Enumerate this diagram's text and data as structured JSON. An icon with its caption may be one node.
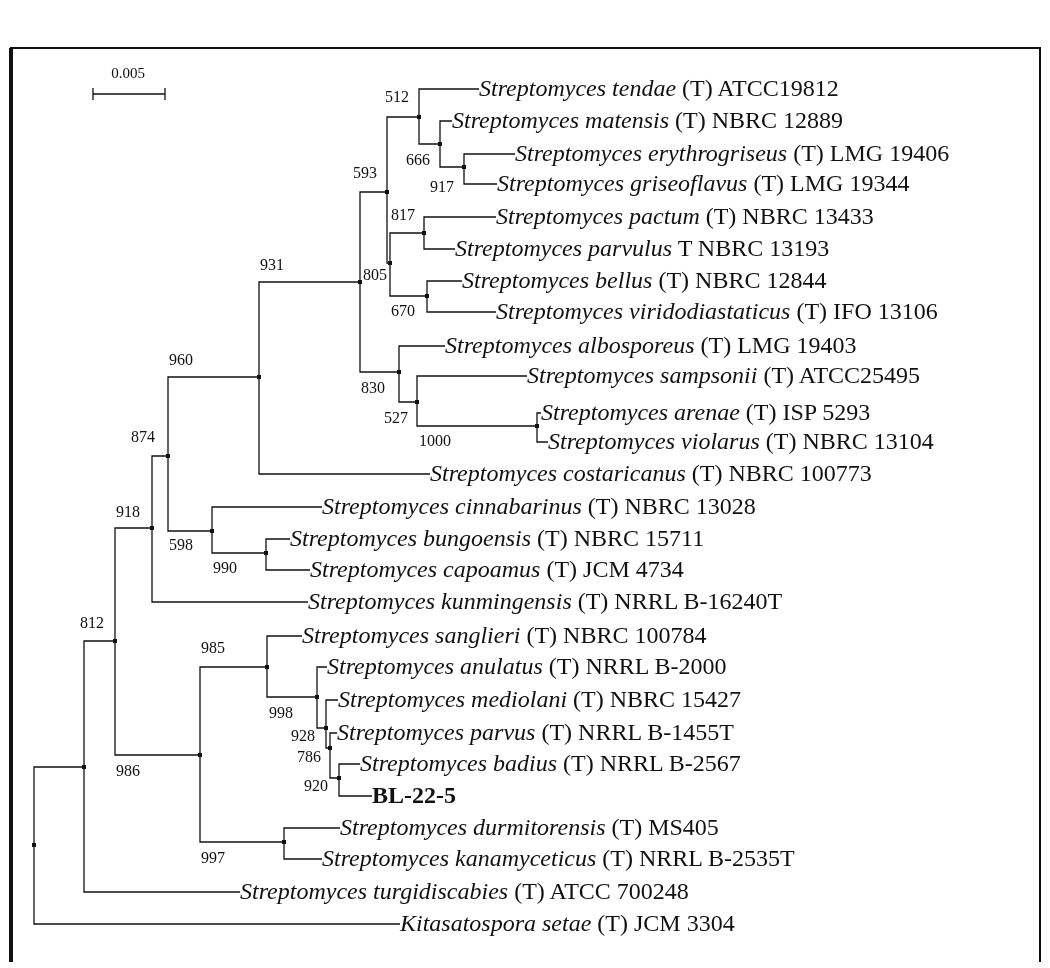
{
  "diagram": {
    "nodes": [
      {
        "text": [],
        "shape": "point"
      },
      {
        "text": [],
        "shape": "point"
      },
      {
        "text": [],
        "shape": "point"
      },
      {
        "text": [],
        "shape": "point"
      },
      {
        "text": [],
        "shape": "point"
      },
      {
        "text": [],
        "shape": "point"
      },
      {
        "text": [],
        "shape": "point"
      },
      {
        "text": [],
        "shape": "point"
      },
      {
        "text": [],
        "shape": "point"
      },
      {
        "text": [
          "*Streptomyces tendae* (T) ATCC19812"
        ]
      },
      {
        "text": [],
        "shape": "point"
      },
      {
        "text": [
          "*Streptomyces matensis* (T) NBRC 12889"
        ]
      },
      {
        "text": [],
        "shape": "point"
      },
      {
        "text": [
          "*Streptomyces erythrogriseus* (T) LMG 19406"
        ]
      },
      {
        "text": [
          "*Streptomyces griseoflavus* (T) LMG 19344"
        ]
      },
      {
        "text": [],
        "shape": "point"
      },
      {
        "text": [],
        "shape": "point"
      },
      {
        "text": [
          "*Streptomyces pactum* (T) NBRC 13433"
        ]
      },
      {
        "text": [
          "*Streptomyces parvulus* T NBRC 13193"
        ]
      },
      {
        "text": [],
        "shape": "point"
      },
      {
        "text": [
          "*Streptomyces bellus* (T) NBRC 12844"
        ]
      },
      {
        "text": [
          "*Streptomyces viridodiastaticus* (T) IFO 13106"
        ]
      },
      {
        "text": [],
        "shape": "point"
      },
      {
        "text": [
          "*Streptomyces albosporeus* (T) LMG 19403"
        ]
      },
      {
        "text": [],
        "shape": "point"
      },
      {
        "text": [
          "*Streptomyces sampsonii* (T) ATCC25495"
        ]
      },
      {
        "text": [],
        "shape": "point"
      },
      {
        "text": [
          "*Streptomyces arenae* (T) ISP 5293"
        ]
      },
      {
        "text": [
          "*Streptomyces violarus* (T) NBRC 13104"
        ]
      },
      {
        "text": [
          "*Streptomyces costaricanus* (T) NBRC 100773"
        ]
      },
      {
        "text": [],
        "shape": "point"
      },
      {
        "text": [
          "*Streptomyces cinnabarinus* (T) NBRC 13028"
        ]
      },
      {
        "text": [],
        "shape": "point"
      },
      {
        "text": [
          "*Streptomyces bungoensis* (T) NBRC 15711"
        ]
      },
      {
        "text": [
          "*Streptomyces capoamus* (T) JCM 4734"
        ]
      },
      {
        "text": [
          "*Streptomyces kunmingensis* (T) NRRL B-16240T"
        ]
      },
      {
        "text": [],
        "shape": "point"
      },
      {
        "text": [],
        "shape": "point"
      },
      {
        "text": [
          "*Streptomyces sanglieri* (T) NBRC 100784"
        ]
      },
      {
        "text": [],
        "shape": "point"
      },
      {
        "text": [
          "*Streptomyces anulatus* (T) NRRL B-2000"
        ]
      },
      {
        "text": [],
        "shape": "point"
      },
      {
        "text": [
          "*Streptomyces mediolani* (T) NBRC 15427"
        ]
      },
      {
        "text": [],
        "shape": "point"
      },
      {
        "text": [
          "*Streptomyces parvus* (T) NRRL B-1455T"
        ]
      },
      {
        "text": [],
        "shape": "point"
      },
      {
        "text": [
          "*Streptomyces badius* (T) NRRL B-2567"
        ]
      },
      {
        "text": [
          "BL-22-5"
        ]
      },
      {
        "text": [],
        "shape": "point"
      },
      {
        "text": [
          "*Streptomyces durmitorensis* (T) MS405"
        ]
      },
      {
        "text": [
          "*Streptomyces kanamyceticus* (T) NRRL B-2535T"
        ]
      },
      {
        "text": [
          "*Streptomyces turgidiscabies* (T) ATCC 700248"
        ]
      },
      {
        "text": [
          "*Kitasatospora setae* (T) JCM 3304"
        ]
      }
    ],
    "edges": [
      {
        "from": 0,
        "to": 1,
        "arrow": "none"
      },
      {
        "from": 0,
        "to": 52,
        "arrow": "none"
      },
      {
        "from": 1,
        "to": 2,
        "arrow": "none"
      },
      {
        "from": 1,
        "to": 51,
        "arrow": "none"
      },
      {
        "from": 2,
        "to": 3,
        "arrow": "none"
      },
      {
        "from": 2,
        "to": 36,
        "arrow": "none"
      },
      {
        "from": 3,
        "to": 4,
        "arrow": "none"
      },
      {
        "from": 3,
        "to": 35,
        "arrow": "none"
      },
      {
        "from": 4,
        "to": 5,
        "arrow": "none"
      },
      {
        "from": 4,
        "to": 30,
        "arrow": "none"
      },
      {
        "from": 5,
        "to": 6,
        "arrow": "none"
      },
      {
        "from": 5,
        "to": 29,
        "arrow": "none"
      },
      {
        "from": 6,
        "to": 7,
        "arrow": "none"
      },
      {
        "from": 6,
        "to": 22,
        "arrow": "none"
      },
      {
        "from": 7,
        "to": 8,
        "arrow": "none"
      },
      {
        "from": 7,
        "to": 15,
        "arrow": "none"
      },
      {
        "from": 8,
        "to": 9,
        "arrow": "none"
      },
      {
        "from": 8,
        "to": 10,
        "arrow": "none"
      },
      {
        "from": 10,
        "to": 11,
        "arrow": "none"
      },
      {
        "from": 10,
        "to": 12,
        "arrow": "none"
      },
      {
        "from": 12,
        "to": 13,
        "arrow": "none"
      },
      {
        "from": 12,
        "to": 14,
        "arrow": "none"
      },
      {
        "from": 15,
        "to": 16,
        "arrow": "none"
      },
      {
        "from": 15,
        "to": 19,
        "arrow": "none"
      },
      {
        "from": 16,
        "to": 17,
        "arrow": "none"
      },
      {
        "from": 16,
        "to": 18,
        "arrow": "none"
      },
      {
        "from": 19,
        "to": 20,
        "arrow": "none"
      },
      {
        "from": 19,
        "to": 21,
        "arrow": "none"
      },
      {
        "from": 22,
        "to": 23,
        "arrow": "none"
      },
      {
        "from": 22,
        "to": 24,
        "arrow": "none"
      },
      {
        "from": 24,
        "to": 25,
        "arrow": "none"
      },
      {
        "from": 24,
        "to": 26,
        "arrow": "none"
      },
      {
        "from": 26,
        "to": 27,
        "arrow": "none"
      },
      {
        "from": 26,
        "to": 28,
        "arrow": "none"
      },
      {
        "from": 30,
        "to": 31,
        "arrow": "none"
      },
      {
        "from": 30,
        "to": 32,
        "arrow": "none"
      },
      {
        "from": 32,
        "to": 33,
        "arrow": "none"
      },
      {
        "from": 32,
        "to": 34,
        "arrow": "none"
      },
      {
        "from": 36,
        "to": 37,
        "arrow": "none"
      },
      {
        "from": 36,
        "to": 48,
        "arrow": "none"
      },
      {
        "from": 37,
        "to": 38,
        "arrow": "none"
      },
      {
        "from": 37,
        "to": 39,
        "arrow": "none"
      },
      {
        "from": 39,
        "to": 40,
        "arrow": "none"
      },
      {
        "from": 39,
        "to": 41,
        "arrow": "none"
      },
      {
        "from": 41,
        "to": 42,
        "arrow": "none"
      },
      {
        "from": 41,
        "to": 43,
        "arrow": "none"
      },
      {
        "from": 43,
        "to": 44,
        "arrow": "none"
      },
      {
        "from": 43,
        "to": 45,
        "arrow": "none"
      },
      {
        "from": 45,
        "to": 46,
        "arrow": "none"
      },
      {
        "from": 45,
        "to": 47,
        "arrow": "none"
      },
      {
        "from": 48,
        "to": 49,
        "arrow": "none"
      },
      {
        "from": 48,
        "to": 50,
        "arrow": "none"
      }
    ],
    "labels": [
      "0.005",
      "512",
      "666",
      "593",
      "917",
      "817",
      "931",
      "805",
      "670",
      "960",
      "830",
      "527",
      "874",
      "1000",
      "918",
      "598",
      "990",
      "812",
      "985",
      "998",
      "928",
      "786",
      "986",
      "920",
      "997"
    ]
  }
}
